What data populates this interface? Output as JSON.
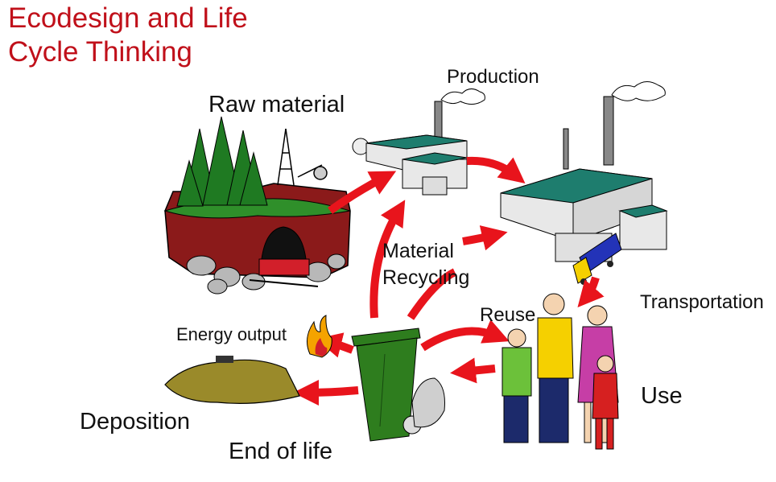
{
  "title": {
    "line1": "Ecodesign and Life",
    "line2": "Cycle Thinking"
  },
  "stages": {
    "raw_material": "Raw material",
    "production": "Production",
    "transportation": "Transportation",
    "use": "Use",
    "reuse": "Reuse",
    "material_recycling_1": "Material",
    "material_recycling_2": "Recycling",
    "energy_output": "Energy output",
    "deposition": "Deposition",
    "end_of_life": "End of life"
  },
  "colors": {
    "title": "#c0101a",
    "arrow": "#e8141c",
    "tree": "#1f7a22",
    "earth": "#8b1a1a",
    "factory_roof": "#1e7d6e",
    "bin": "#2e7d1e",
    "landfill": "#9a8a2a"
  }
}
